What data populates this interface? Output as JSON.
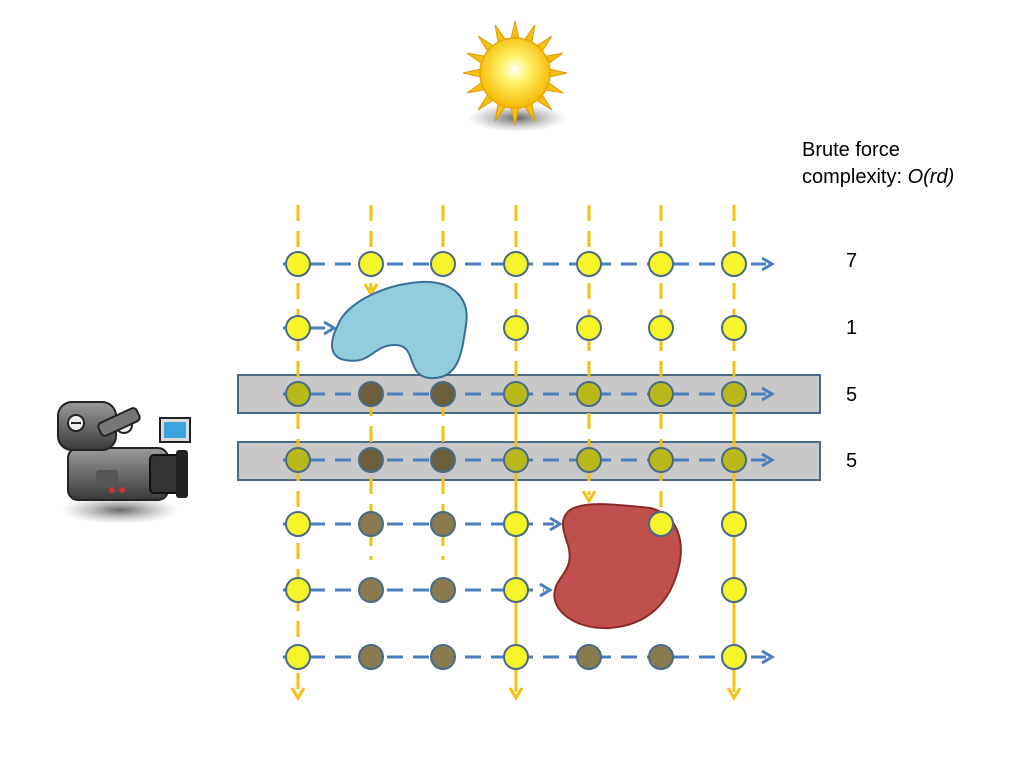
{
  "title": {
    "line1": "Brute force",
    "line2_prefix": "complexity: ",
    "line2_formula": "O(rd)"
  },
  "icons": {
    "sun": "sun-icon",
    "camera": "video-camera-icon"
  },
  "row_counts": [
    "7",
    "1",
    "5",
    "5"
  ],
  "colors": {
    "light_ray": "#f6c012",
    "view_ray": "#4a7ebf",
    "sample_lit": "#f5f52a",
    "sample_highlight": "#b8b81a",
    "sample_dim": "#8a7b4e",
    "sample_dark": "#6b5f3b",
    "sample_border": "#4a6a8a",
    "band_fill": "#c8c8c8",
    "band_border": "#4a6a8a",
    "obstacle_blue": "#92cddd",
    "obstacle_red": "#c0504d"
  },
  "grid": {
    "columns": 7,
    "rows": [
      {
        "states": [
          "lit",
          "lit",
          "lit",
          "lit",
          "lit",
          "lit",
          "lit"
        ],
        "ray": "full",
        "highlighted": false
      },
      {
        "states": [
          "lit",
          "none",
          "none",
          "lit",
          "lit",
          "lit",
          "lit"
        ],
        "ray": "short",
        "highlighted": false
      },
      {
        "states": [
          "hl",
          "dark",
          "dark",
          "hl",
          "hl",
          "hl",
          "hl"
        ],
        "ray": "full",
        "highlighted": true
      },
      {
        "states": [
          "hl",
          "dark",
          "dark",
          "hl",
          "hl",
          "hl",
          "hl"
        ],
        "ray": "full",
        "highlighted": true
      },
      {
        "states": [
          "lit",
          "dim",
          "dim",
          "lit",
          "none",
          "lit",
          "lit"
        ],
        "ray": "to-red",
        "highlighted": false
      },
      {
        "states": [
          "lit",
          "dim",
          "dim",
          "lit",
          "none",
          "none",
          "lit"
        ],
        "ray": "to-red",
        "highlighted": false
      },
      {
        "states": [
          "lit",
          "dim",
          "dim",
          "lit",
          "dim",
          "dim",
          "lit"
        ],
        "ray": "full",
        "highlighted": false
      }
    ]
  }
}
